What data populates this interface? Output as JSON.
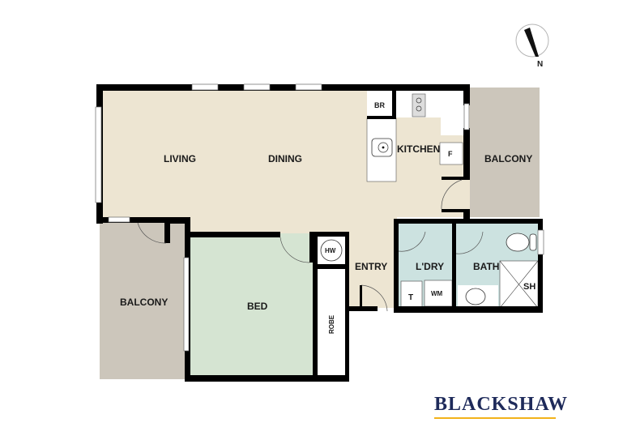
{
  "floorplan": {
    "colors": {
      "living": "#ede5d2",
      "bed": "#d5e4d2",
      "wet": "#cce2e0",
      "balcony": "#ccc6bb",
      "wall": "#000000",
      "joinery": "#ffffff"
    },
    "rooms": {
      "living": "LIVING",
      "dining": "DINING",
      "kitchen": "KITCHEN",
      "balcony_east": "BALCONY",
      "balcony_west": "BALCONY",
      "bed": "BED",
      "entry": "ENTRY",
      "laundry": "L'DRY",
      "bath": "BATH"
    },
    "fixtures": {
      "br": "BR",
      "fridge": "F",
      "hot_water": "HW",
      "robe": "ROBE",
      "tub": "T",
      "washing_machine": "WM",
      "shower": "SH"
    },
    "compass": {
      "label": "N"
    }
  },
  "brand": {
    "name": "BLACKSHAW",
    "name_color": "#1e2a5a",
    "underline_color": "#f2b21a"
  }
}
